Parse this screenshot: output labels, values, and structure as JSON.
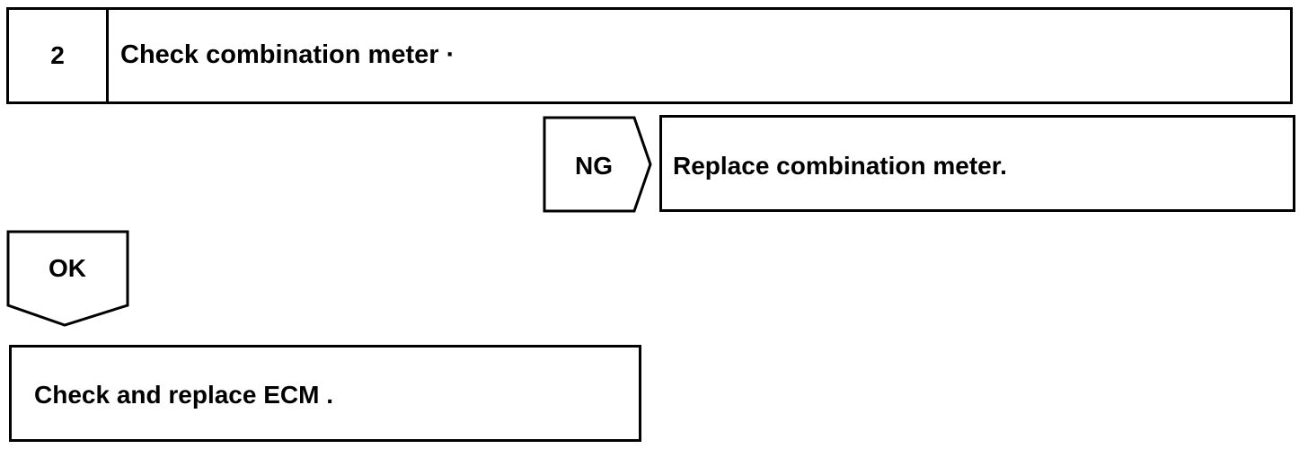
{
  "step": {
    "number": "2",
    "title": "Check combination meter ·"
  },
  "ng_branch": {
    "label": "NG",
    "action": "Replace combination meter."
  },
  "ok_branch": {
    "label": "OK"
  },
  "final_step": {
    "action": "Check and replace ECM ."
  }
}
